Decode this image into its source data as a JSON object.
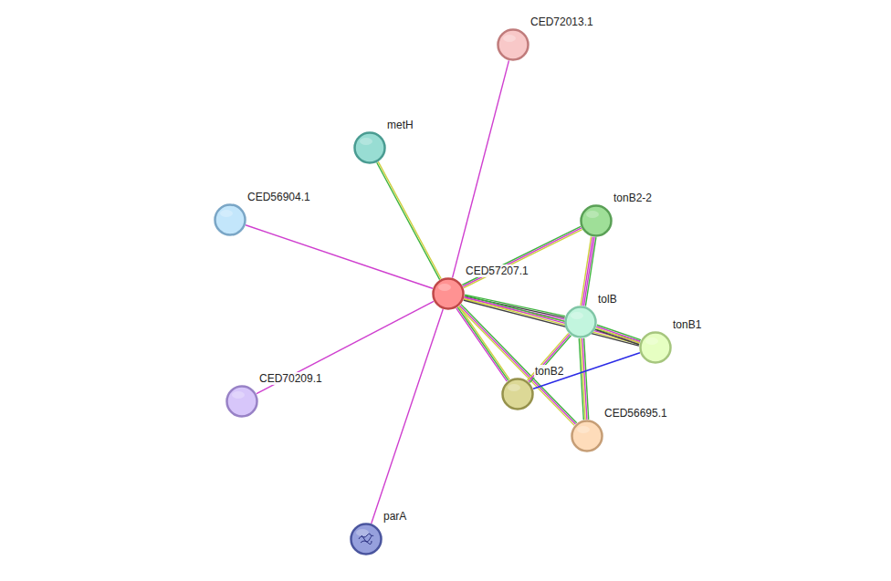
{
  "diagram": {
    "nodes": [
      {
        "text": [
          "CED72013.1"
        ]
      },
      {
        "text": [
          "metH"
        ]
      },
      {
        "text": [
          "CED56904.1"
        ]
      },
      {
        "text": [
          "tonB2-2"
        ]
      },
      {
        "text": [
          "CED57207.1"
        ]
      },
      {
        "text": [
          "tolB"
        ]
      },
      {
        "text": [
          "tonB1"
        ]
      },
      {
        "text": [
          "CED70209.1"
        ]
      },
      {
        "text": [
          "tonB2"
        ]
      },
      {
        "text": [
          "CED56695.1"
        ]
      },
      {
        "text": [
          "parA"
        ]
      }
    ],
    "edges": [
      {
        "from": 4,
        "to": 0,
        "arrow": "none"
      },
      {
        "from": 4,
        "to": 1,
        "arrow": "none"
      },
      {
        "from": 4,
        "to": 2,
        "arrow": "none"
      },
      {
        "from": 4,
        "to": 3,
        "arrow": "none"
      },
      {
        "from": 4,
        "to": 5,
        "arrow": "none"
      },
      {
        "from": 4,
        "to": 6,
        "arrow": "none"
      },
      {
        "from": 4,
        "to": 7,
        "arrow": "none"
      },
      {
        "from": 4,
        "to": 8,
        "arrow": "none"
      },
      {
        "from": 4,
        "to": 9,
        "arrow": "none"
      },
      {
        "from": 4,
        "to": 10,
        "arrow": "none"
      },
      {
        "from": 3,
        "to": 5,
        "arrow": "none"
      },
      {
        "from": 5,
        "to": 6,
        "arrow": "none"
      },
      {
        "from": 5,
        "to": 8,
        "arrow": "none"
      },
      {
        "from": 5,
        "to": 9,
        "arrow": "none"
      },
      {
        "from": 8,
        "to": 6,
        "arrow": "none"
      }
    ]
  }
}
